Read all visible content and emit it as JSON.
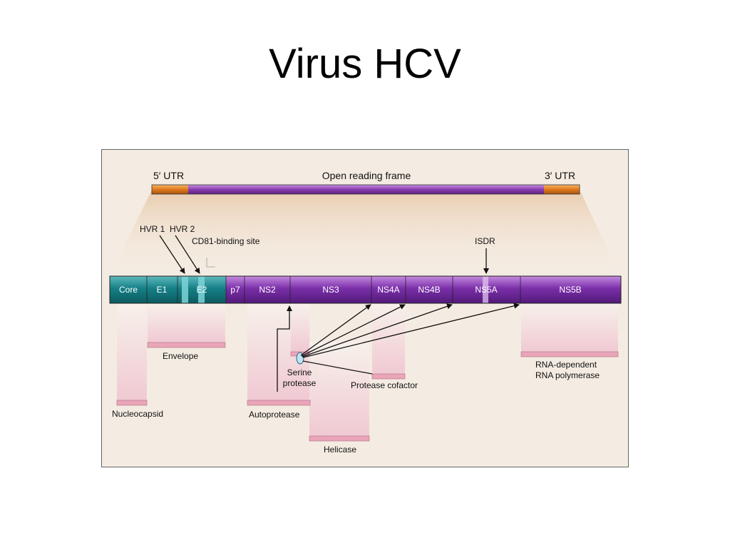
{
  "slide": {
    "title": "Virus HCV"
  },
  "genome": {
    "utr5_label": "5′ UTR",
    "orf_label": "Open reading frame",
    "utr3_label": "3′ UTR"
  },
  "callouts": {
    "hvr1": "HVR 1",
    "hvr2": "HVR 2",
    "cd81": "CD81-binding site",
    "isdr": "ISDR"
  },
  "segments": [
    "Core",
    "E1",
    "E2",
    "p7",
    "NS2",
    "NS3",
    "NS4A",
    "NS4B",
    "NS5A",
    "NS5B"
  ],
  "functions": {
    "envelope": "Envelope",
    "nucleocapsid": "Nucleocapsid",
    "serine_protease_line1": "Serine",
    "serine_protease_line2": "protease",
    "protease_cofactor": "Protease cofactor",
    "autoprotease": "Autoprotease",
    "helicase": "Helicase",
    "rdrp_line1": "RNA-dependent",
    "rdrp_line2": "RNA polymerase"
  },
  "colors": {
    "panel_bg": "#f4ece2",
    "utr": "#e07a1c",
    "orf": "#8a3fb0",
    "structural": "#137a80",
    "nonstructural": "#7a2fa8",
    "function_bar": "#e9a6b9"
  }
}
